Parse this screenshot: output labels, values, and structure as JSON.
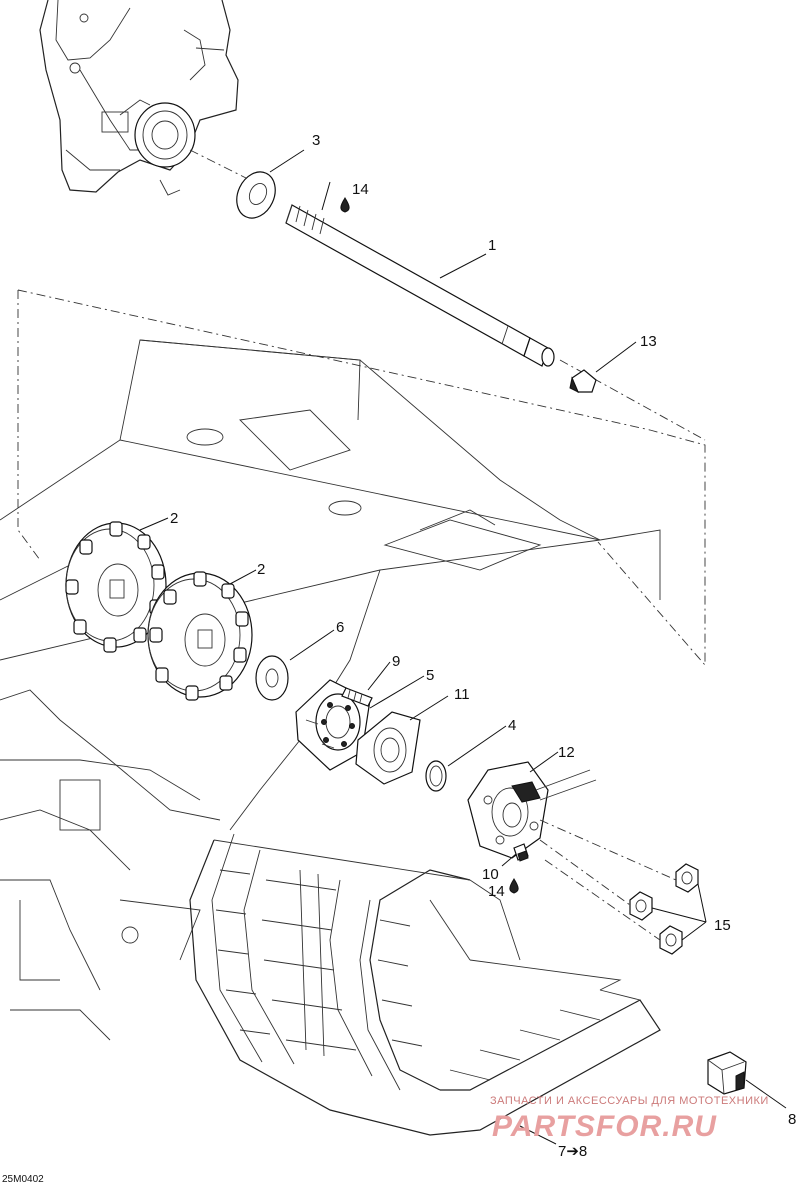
{
  "diagram": {
    "reference_code": "25M0402",
    "callouts": [
      {
        "id": "c1",
        "label": "1"
      },
      {
        "id": "c2a",
        "label": "2"
      },
      {
        "id": "c2b",
        "label": "2"
      },
      {
        "id": "c3",
        "label": "3"
      },
      {
        "id": "c4",
        "label": "4"
      },
      {
        "id": "c5",
        "label": "5"
      },
      {
        "id": "c6",
        "label": "6"
      },
      {
        "id": "c9",
        "label": "9"
      },
      {
        "id": "c10",
        "label": "10"
      },
      {
        "id": "c11",
        "label": "11"
      },
      {
        "id": "c12",
        "label": "12"
      },
      {
        "id": "c13",
        "label": "13"
      },
      {
        "id": "c14a",
        "label": "14"
      },
      {
        "id": "c14b",
        "label": "14"
      },
      {
        "id": "c15",
        "label": "15"
      },
      {
        "id": "c8",
        "label": "8"
      },
      {
        "id": "c78",
        "label": "7➔8"
      }
    ],
    "icons": {
      "lubricant": "oil-drop-icon"
    }
  },
  "watermark": {
    "tagline": "ЗАПЧАСТИ И АКСЕССУАРЫ ДЛЯ МОТОТЕХНИКИ",
    "brand": "PARTSFOR.RU",
    "color": "#e8a0a0"
  }
}
